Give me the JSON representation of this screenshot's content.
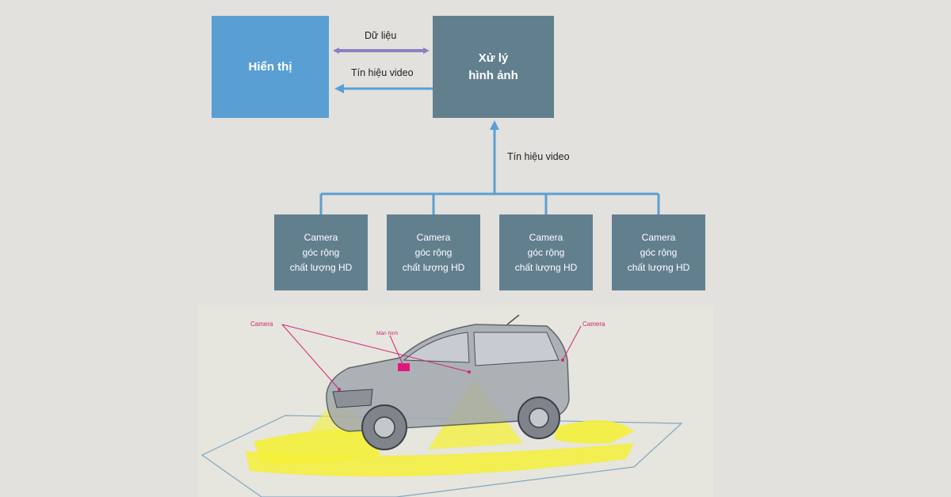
{
  "diagram": {
    "display_box": {
      "label": "Hiển thị"
    },
    "processor_box": {
      "line1": "Xử lý",
      "line2": "hình ảnh"
    },
    "link_data_label": "Dữ liệu",
    "link_video_top_label": "Tín hiệu video",
    "link_video_mid_label": "Tín hiệu video",
    "cameras": [
      {
        "line1": "Camera",
        "line2": "góc rộng",
        "line3": "chất lượng HD"
      },
      {
        "line1": "Camera",
        "line2": "góc rộng",
        "line3": "chất lượng HD"
      },
      {
        "line1": "Camera",
        "line2": "góc rộng",
        "line3": "chất lượng HD"
      },
      {
        "line1": "Camera",
        "line2": "góc rộng",
        "line3": "chất lượng HD"
      }
    ],
    "colors": {
      "background": "#e2e1dd",
      "display": "#5a9fd4",
      "processor": "#627f8e",
      "data_arrow": "#8d7fbf",
      "video_arrow": "#5a9fd4",
      "annotation": "#d1257a",
      "camera_field": "#f4f03a"
    }
  },
  "car_illustration": {
    "annotation_camera_left": "Camera",
    "annotation_screen": "Màn hình",
    "annotation_camera_right": "Camera"
  }
}
